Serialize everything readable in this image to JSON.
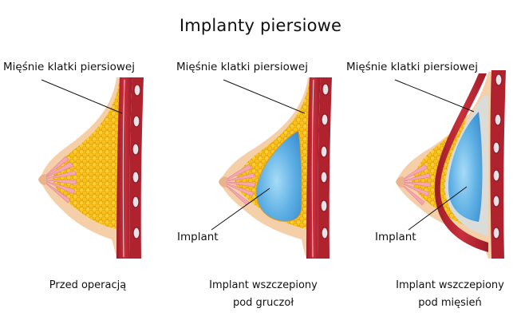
{
  "title": "Implanty piersiowe",
  "panels": [
    {
      "muscle_label": "Mięśnie klatki piersiowej",
      "implant_label": null,
      "caption_line1": "Przed operacją",
      "caption_line2": ""
    },
    {
      "muscle_label": "Mięśnie klatki piersiowej",
      "implant_label": "Implant",
      "caption_line1": "Implant wszczepiony",
      "caption_line2": "pod gruczoł"
    },
    {
      "muscle_label": "Mięśnie klatki piersiowej",
      "implant_label": "Implant",
      "caption_line1": "Implant wszczepiony",
      "caption_line2": "pod mięsień"
    }
  ],
  "colors": {
    "skin": "#f5cfa8",
    "skin_edge": "#e9b48a",
    "fat": "#f6c21c",
    "fat_dark": "#e49a10",
    "gland": "#f4a6b4",
    "muscle": "#b0232e",
    "muscle_light": "#d94452",
    "rib": "#e9e2e6",
    "implant": "#5fb0e4",
    "implant_light": "#9ed4f5",
    "pocket": "#d9dcd8"
  }
}
